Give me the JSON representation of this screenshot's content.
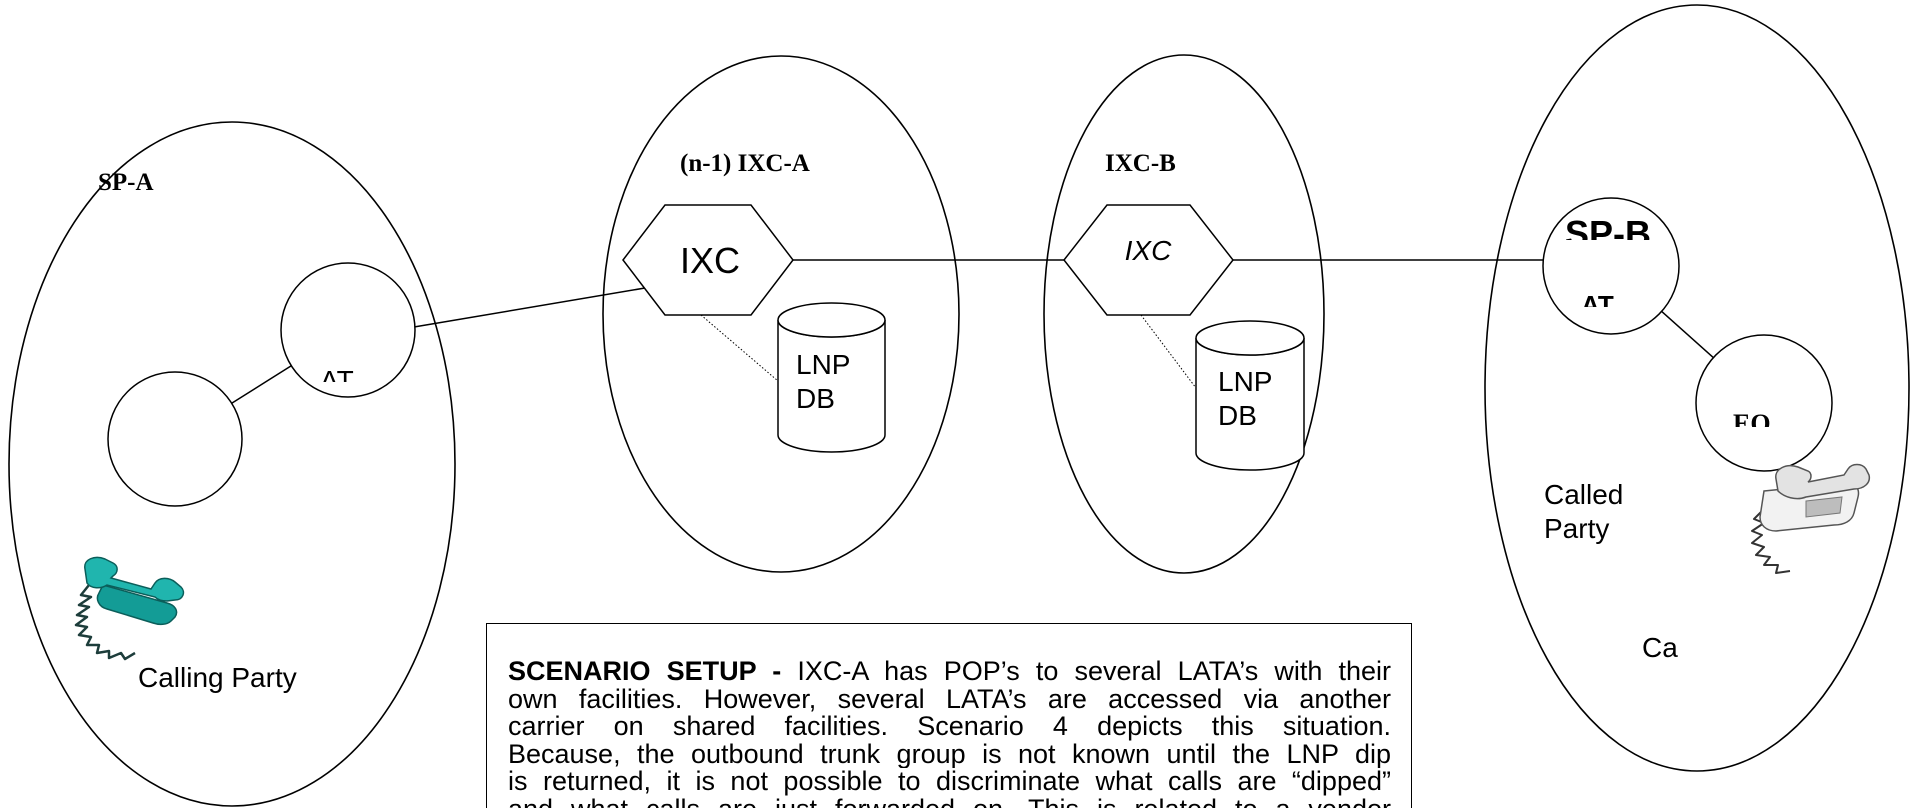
{
  "diagram": {
    "sp_a": {
      "label": "SP-A",
      "at_node": "AT",
      "calling_party": "Calling Party"
    },
    "ixc_a": {
      "label": "(n-1) IXC-A",
      "switch": "IXC",
      "db": [
        "LNP",
        "DB"
      ]
    },
    "ixc_b": {
      "label": "IXC-B",
      "switch": "IXC",
      "db": [
        "LNP",
        "DB"
      ]
    },
    "sp_b": {
      "label": "SP-B",
      "at_node": "AT",
      "eo_node": "EO",
      "called_party": [
        "Called",
        "Party"
      ],
      "truncated_label": "Ca"
    }
  },
  "scenario_box": {
    "lead": "SCENARIO SETUP -",
    "lines": [
      "IXC-A has POP’s to several LATA’s with their",
      "own facilities. However, several LATA’s are accessed via another",
      "carrier on shared facilities.  Scenario 4 depicts this situation.",
      "Because, the outbound trunk group is not known until the LNP dip",
      "is returned, it is not possible to discriminate what calls are “dipped”",
      "and what calls are just forwarded on.  This is related to a vendor"
    ]
  },
  "icons": {
    "calling_phone": "teal-phone-icon",
    "called_phone": "gray-phone-icon"
  },
  "colors": {
    "line": "#000000",
    "background": "#ffffff",
    "calling_phone": "#20b5ae",
    "called_phone": "#e3e3e3"
  }
}
